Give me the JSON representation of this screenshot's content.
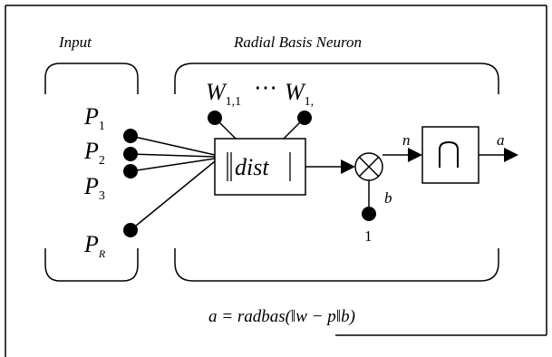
{
  "header": {
    "input_label": "Input",
    "neuron_label": "Radial Basis Neuron"
  },
  "weights": {
    "w1_base": "W",
    "w1_sub": "1,1",
    "ellipsis": "⋯",
    "w2_base": "W",
    "w2_sub": "1,"
  },
  "inputs": [
    {
      "base": "P",
      "sub": "1"
    },
    {
      "base": "P",
      "sub": "2"
    },
    {
      "base": "P",
      "sub": "3"
    },
    {
      "base": "P",
      "sub": "R"
    }
  ],
  "dist_box": {
    "text": "dist"
  },
  "signals": {
    "bias": "b",
    "bias_value": "1",
    "net": "n",
    "output": "a"
  },
  "formula": {
    "text": "a = radbas(‖w − p‖b)"
  }
}
